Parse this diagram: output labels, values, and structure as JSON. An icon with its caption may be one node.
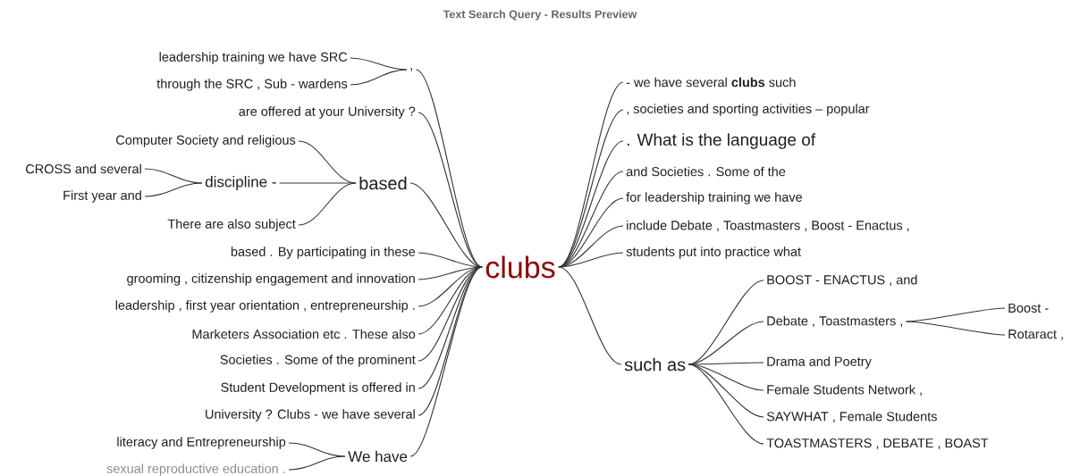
{
  "diagram": {
    "title": "Text Search Query - Results Preview",
    "nodes": [
      {
        "text": [
          "leadership training we have SRC"
        ]
      },
      {
        "text": [
          "through the SRC , Sub - wardens"
        ]
      },
      {
        "text": [
          ","
        ]
      },
      {
        "text": [
          "are offered at your University ?"
        ]
      },
      {
        "text": [
          "Computer Society and religious"
        ]
      },
      {
        "text": [
          "CROSS and several"
        ]
      },
      {
        "text": [
          "First year and"
        ]
      },
      {
        "text": [
          "discipline -"
        ]
      },
      {
        "text": [
          "There are also subject"
        ]
      },
      {
        "text": [
          "based"
        ]
      },
      {
        "text": [
          "based . By participating in these"
        ]
      },
      {
        "text": [
          "grooming , citizenship engagement and innovation"
        ]
      },
      {
        "text": [
          "leadership , first year orientation , entrepreneurship ."
        ]
      },
      {
        "text": [
          "Marketers Association etc . These also"
        ]
      },
      {
        "text": [
          "Societies . Some of the prominent"
        ]
      },
      {
        "text": [
          "Student Development is offered in"
        ]
      },
      {
        "text": [
          "University ? Clubs - we have several"
        ]
      },
      {
        "text": [
          "literacy and Entrepreneurship"
        ]
      },
      {
        "text": [
          "sexual reproductive education ."
        ]
      },
      {
        "text": [
          "We have"
        ]
      },
      {
        "text": [
          "clubs"
        ]
      },
      {
        "text": [
          "- we have several **clubs** such"
        ]
      },
      {
        "text": [
          ", societies and sporting activities – popular"
        ]
      },
      {
        "text": [
          ". What is the language of"
        ]
      },
      {
        "text": [
          "and Societies . Some of the"
        ]
      },
      {
        "text": [
          "for leadership training we have"
        ]
      },
      {
        "text": [
          "include Debate , Toastmasters , Boost - Enactus ,"
        ]
      },
      {
        "text": [
          "students put into practice what"
        ]
      },
      {
        "text": [
          "such as"
        ]
      },
      {
        "text": [
          "BOOST - ENACTUS , and"
        ]
      },
      {
        "text": [
          "Debate , Toastmasters ,"
        ]
      },
      {
        "text": [
          "Boost -"
        ]
      },
      {
        "text": [
          "Rotaract ,"
        ]
      },
      {
        "text": [
          "Drama and Poetry"
        ]
      },
      {
        "text": [
          "Female Students Network ,"
        ]
      },
      {
        "text": [
          "SAYWHAT , Female Students"
        ]
      },
      {
        "text": [
          "TOASTMASTERS , DEBATE , BOAST"
        ]
      }
    ],
    "edges": [
      {
        "from": 0,
        "to": 2,
        "arrow": "none"
      },
      {
        "from": 1,
        "to": 2,
        "arrow": "none"
      },
      {
        "from": 2,
        "to": 20,
        "arrow": "none"
      },
      {
        "from": 3,
        "to": 20,
        "arrow": "none"
      },
      {
        "from": 4,
        "to": 9,
        "arrow": "none"
      },
      {
        "from": 5,
        "to": 7,
        "arrow": "none"
      },
      {
        "from": 6,
        "to": 7,
        "arrow": "none"
      },
      {
        "from": 7,
        "to": 9,
        "arrow": "none"
      },
      {
        "from": 8,
        "to": 9,
        "arrow": "none"
      },
      {
        "from": 9,
        "to": 20,
        "arrow": "none"
      },
      {
        "from": 10,
        "to": 20,
        "arrow": "none"
      },
      {
        "from": 11,
        "to": 20,
        "arrow": "none"
      },
      {
        "from": 12,
        "to": 20,
        "arrow": "none"
      },
      {
        "from": 13,
        "to": 20,
        "arrow": "none"
      },
      {
        "from": 14,
        "to": 20,
        "arrow": "none"
      },
      {
        "from": 15,
        "to": 20,
        "arrow": "none"
      },
      {
        "from": 16,
        "to": 20,
        "arrow": "none"
      },
      {
        "from": 17,
        "to": 19,
        "arrow": "none"
      },
      {
        "from": 18,
        "to": 19,
        "arrow": "none"
      },
      {
        "from": 19,
        "to": 20,
        "arrow": "none"
      },
      {
        "from": 20,
        "to": 21,
        "arrow": "none"
      },
      {
        "from": 20,
        "to": 22,
        "arrow": "none"
      },
      {
        "from": 20,
        "to": 23,
        "arrow": "none"
      },
      {
        "from": 20,
        "to": 24,
        "arrow": "none"
      },
      {
        "from": 20,
        "to": 25,
        "arrow": "none"
      },
      {
        "from": 20,
        "to": 26,
        "arrow": "none"
      },
      {
        "from": 20,
        "to": 27,
        "arrow": "none"
      },
      {
        "from": 20,
        "to": 28,
        "arrow": "none"
      },
      {
        "from": 28,
        "to": 29,
        "arrow": "none"
      },
      {
        "from": 28,
        "to": 30,
        "arrow": "none"
      },
      {
        "from": 30,
        "to": 31,
        "arrow": "none"
      },
      {
        "from": 30,
        "to": 32,
        "arrow": "none"
      },
      {
        "from": 28,
        "to": 33,
        "arrow": "none"
      },
      {
        "from": 28,
        "to": 34,
        "arrow": "none"
      },
      {
        "from": 28,
        "to": 35,
        "arrow": "none"
      },
      {
        "from": 28,
        "to": 36,
        "arrow": "none"
      }
    ]
  }
}
